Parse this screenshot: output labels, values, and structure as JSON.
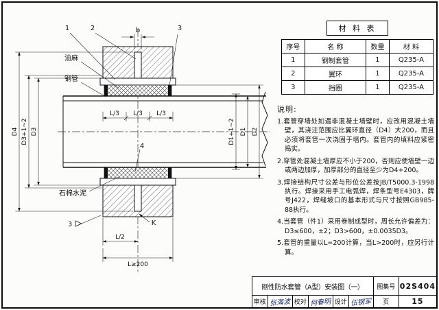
{
  "drawing": {
    "callouts": {
      "c1": "1",
      "c2": "2",
      "c3": "3",
      "c4": "4",
      "c3b": "3",
      "k": "K"
    },
    "labels": {
      "oakum": "油麻",
      "steel_pipe": "钢管",
      "asbestos_cement": "石棉水泥"
    },
    "dims": {
      "b": "b",
      "l3": "L/3",
      "l2": "L/2",
      "lmin": "L≥200",
      "d4": "D4",
      "d3p": "D3+1~2",
      "d3": "D3",
      "d1p": "D1+1~2",
      "d1": "D1",
      "d2": "D2"
    }
  },
  "materials": {
    "title": "材 料 表",
    "headers": [
      "序号",
      "名  称",
      "数量",
      "材  料"
    ],
    "rows": [
      [
        "1",
        "钢制套管",
        "1",
        "Q235-A"
      ],
      [
        "2",
        "翼环",
        "1",
        "Q235-A"
      ],
      [
        "3",
        "挡圈",
        "1",
        "Q235-A"
      ]
    ]
  },
  "notes": {
    "title": "说明:",
    "items": [
      "1.套管穿墙处如遇非混凝土墙壁时，应改用混凝土墙壁，其浇注范围应比翼环直径（D4）大200，而且必须将套管一次浇固于墙内。套管内的填料应紧密捣实。",
      "2.穿管处混凝土墙厚应不小于200，否则应使墙壁一边或两边加厚，加厚部分的直径至少为D4+200。",
      "3.焊接结构尺寸公差与形位公差按JB/T5000.3-1998执行。焊接采用手工电弧焊，焊条型号E4303，牌号J422，焊缝坡口的基本形式与尺寸按照GB985-88执行。",
      "4.当套管（件1）采用卷制成型时，周长允许偏差为：D3≤600，±2；D3>600，±0.0035D3。",
      "5.套管的重量以L=200计算，当L>200时，应另行计算。"
    ]
  },
  "titleblock": {
    "title": "刚性防水套管（A型）安装图（一）",
    "atlas_label": "图集号",
    "atlas_no": "02S404",
    "page_label": "页",
    "page_no": "15",
    "review_label": "审核",
    "review_sig": "张海波",
    "proof_label": "校对",
    "proof_sig": "何春明",
    "design_label": "设计",
    "design_sig": "伍钢军"
  }
}
